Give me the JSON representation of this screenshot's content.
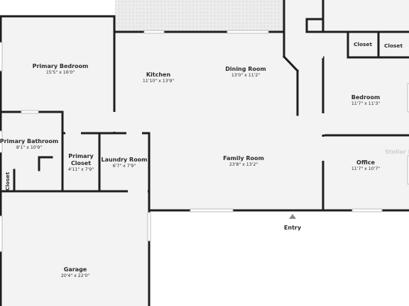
{
  "colors": {
    "wall": "#1e1e1e",
    "floor": "#f3f3f3",
    "patio": "#ebebeb",
    "background": "#ffffff",
    "window": "#bdbdbd"
  },
  "rooms": {
    "primary_bedroom": {
      "name": "Primary Bedroom",
      "size": "15'5\" x 16'0\""
    },
    "kitchen": {
      "name": "Kitchen",
      "size": "11'10\" x 13'9\""
    },
    "dining_room": {
      "name": "Dining Room",
      "size": "13'0\" x 11'2\""
    },
    "closet_a": {
      "name": "Closet"
    },
    "closet_b": {
      "name": "Closet"
    },
    "bedroom": {
      "name": "Bedroom",
      "size": "11'7\" x 11'3\""
    },
    "primary_bathroom": {
      "name": "Primary Bathroom",
      "size": "8'1\" x 10'9\""
    },
    "primary_closet": {
      "name_line1": "Primary",
      "name_line2": "Closet",
      "size": "4'11\" x 7'9\""
    },
    "laundry_room": {
      "name": "Laundry Room",
      "size": "6'7\" x 7'9\""
    },
    "family_room": {
      "name": "Family Room",
      "size": "23'8\" x 13'2\""
    },
    "office": {
      "name": "Office",
      "size": "11'7\" x 10'7\""
    },
    "closet_small": {
      "name": "Closet"
    },
    "garage": {
      "name": "Garage",
      "size": "20'4\" x 22'0\""
    }
  },
  "entry_label": "Entry",
  "watermark": "Stellar MLS"
}
